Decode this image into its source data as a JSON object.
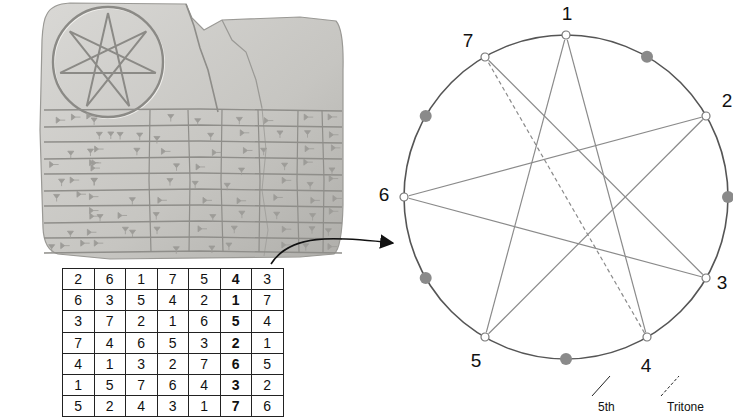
{
  "diagram": {
    "nodes": [
      {
        "text": [
          "1"
        ]
      },
      {
        "text": [
          "2"
        ]
      },
      {
        "text": [
          "3"
        ]
      },
      {
        "text": [
          "4"
        ]
      },
      {
        "text": [
          "5"
        ]
      },
      {
        "text": [
          "6"
        ]
      },
      {
        "text": [
          "7"
        ]
      }
    ],
    "edges": [
      {
        "from": 0,
        "to": 3,
        "arrow": "none"
      },
      {
        "from": 3,
        "to": 6,
        "arrow": "none"
      },
      {
        "from": 6,
        "to": 2,
        "arrow": "none"
      },
      {
        "from": 2,
        "to": 5,
        "arrow": "none"
      },
      {
        "from": 5,
        "to": 1,
        "arrow": "none"
      },
      {
        "from": 1,
        "to": 4,
        "arrow": "none"
      },
      {
        "from": 4,
        "to": 0,
        "arrow": "none"
      }
    ],
    "labels": [
      "2",
      "6",
      "1",
      "7",
      "5",
      "4",
      "3",
      "6",
      "3",
      "5",
      "4",
      "2",
      "1",
      "7",
      "3",
      "7",
      "2",
      "1",
      "6",
      "5",
      "4",
      "7",
      "4",
      "6",
      "5",
      "3",
      "2",
      "1",
      "4",
      "1",
      "3",
      "2",
      "7",
      "6",
      "5",
      "1",
      "5",
      "7",
      "6",
      "4",
      "3",
      "2",
      "5",
      "2",
      "4",
      "3",
      "1",
      "7",
      "6"
    ],
    "legend": [
      {
        "text": "5th"
      },
      {
        "text": "Tritone"
      }
    ]
  }
}
